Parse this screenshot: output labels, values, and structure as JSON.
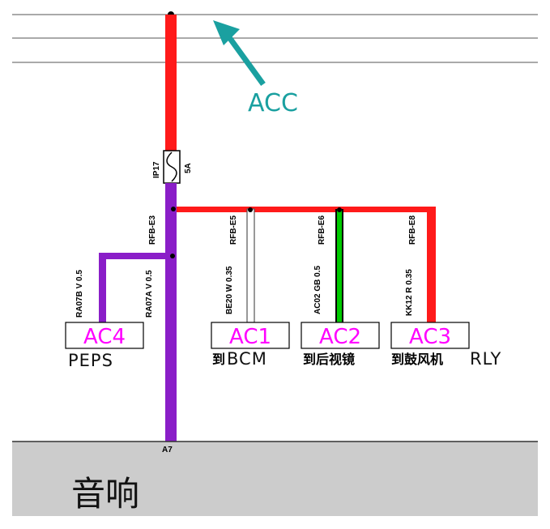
{
  "colors": {
    "red": "#ff1a1a",
    "purple": "#8a1ec8",
    "white_wire": "#ffffff",
    "green": "#00cc00",
    "teal": "#1aa0a0",
    "magenta": "#ff00ff",
    "module_bg": "#cccccc"
  },
  "arrow_label": "ACC",
  "fuse": {
    "id": "IP17",
    "rating": "5A"
  },
  "trunk_connector": "RFB-E3",
  "branches": [
    {
      "connector": "RFB-E5",
      "wire": "BE20 W 0.35",
      "box": "AC1",
      "dest_prefix": "到",
      "dest": "BCM",
      "color": "white"
    },
    {
      "connector": "RFB-E6",
      "wire": "AC02 GB 0.5",
      "box": "AC2",
      "dest": "到后视镜",
      "color": "green"
    },
    {
      "connector": "RFB-E8",
      "wire": "KK12 R 0.35",
      "box": "AC3",
      "dest": "到鼓风机",
      "dest_suffix": "RLY",
      "color": "red"
    }
  ],
  "peps": {
    "wire_branch": "RA07B V 0.5",
    "wire_trunk": "RA07A V 0.5",
    "box": "AC4",
    "dest": "PEPS"
  },
  "module": {
    "pin": "A7",
    "name": "音响"
  }
}
